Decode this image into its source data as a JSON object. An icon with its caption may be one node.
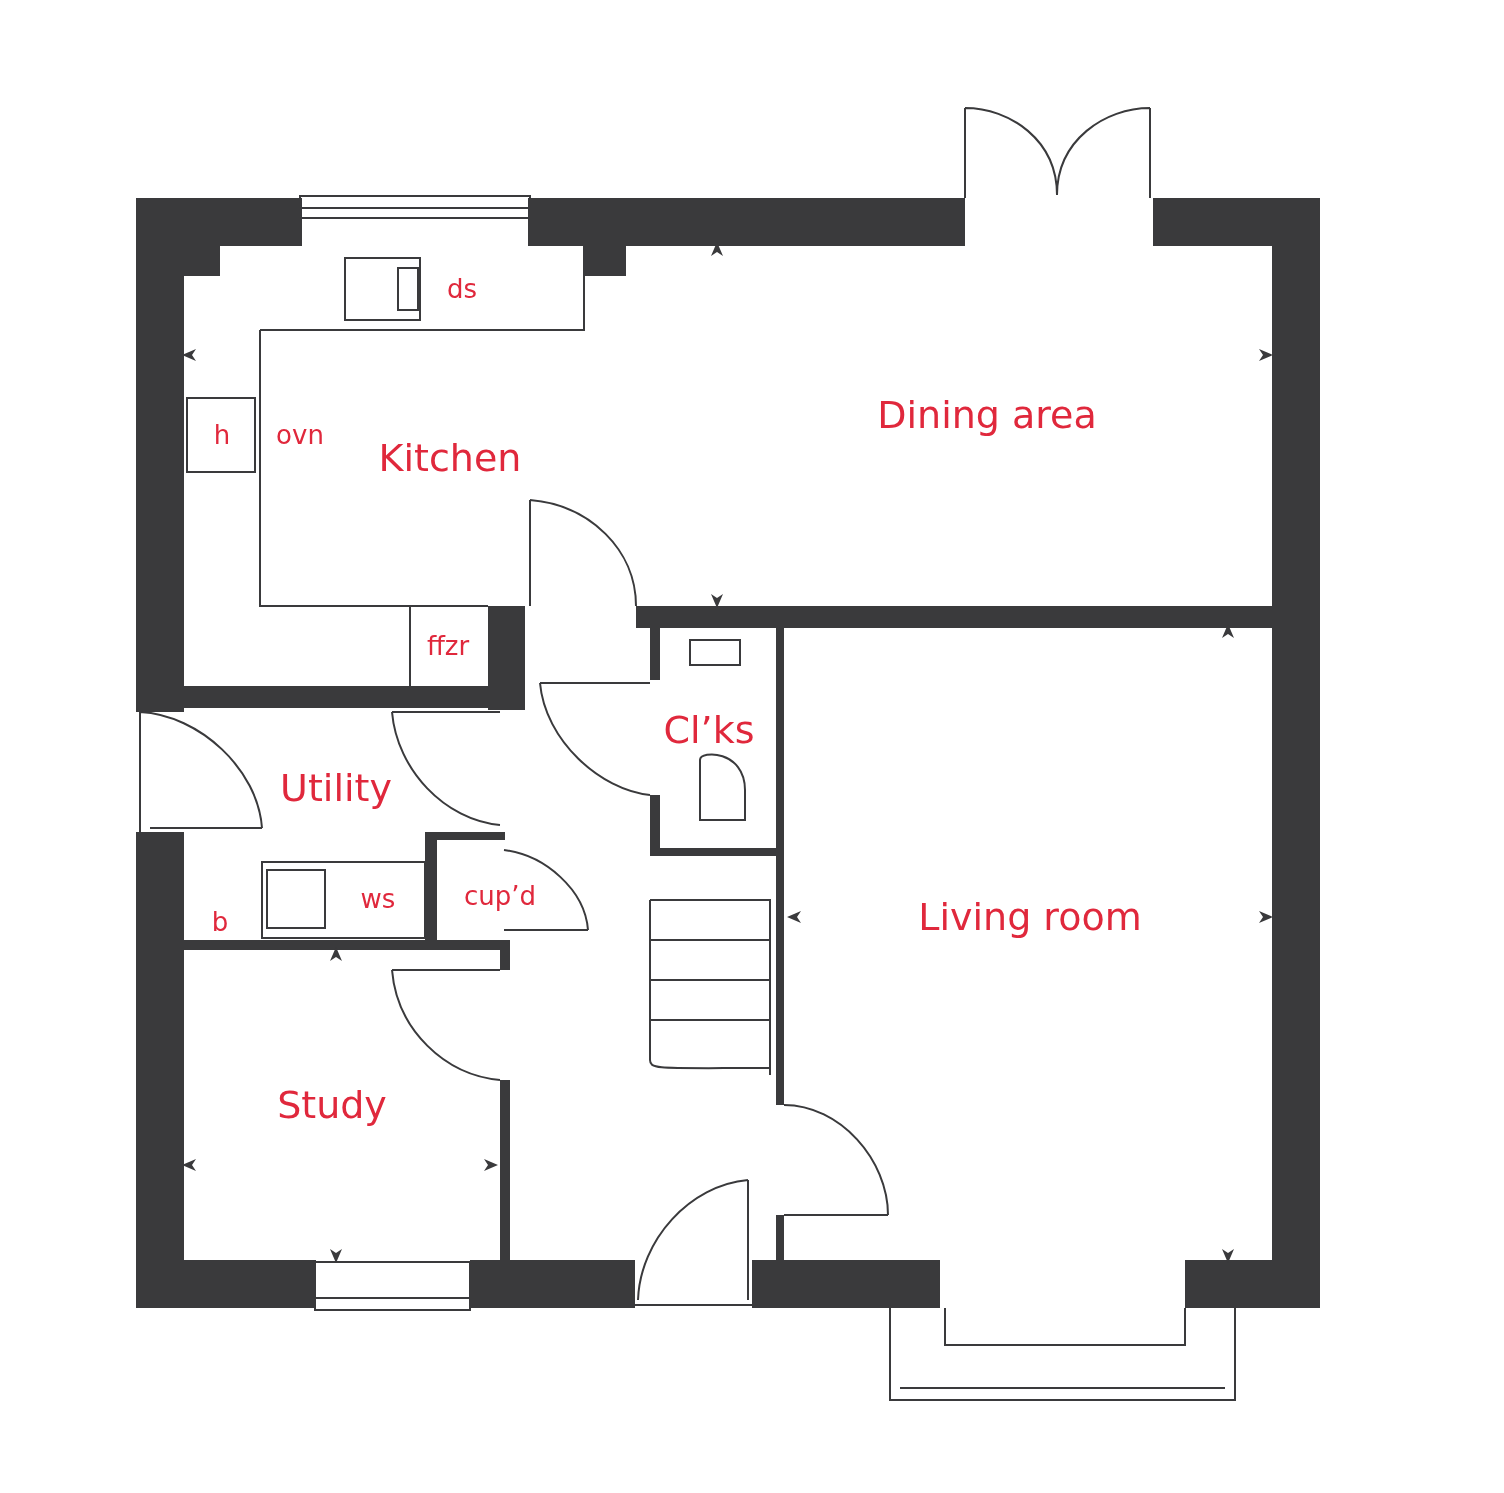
{
  "diagram": {
    "labels": [
      "ds",
      "Dining area",
      "h",
      "ovn",
      "Kitchen",
      "ffzr",
      "Cl’ks",
      "Utility",
      "cup’d",
      "ws",
      "Living room",
      "b",
      "Study"
    ]
  }
}
